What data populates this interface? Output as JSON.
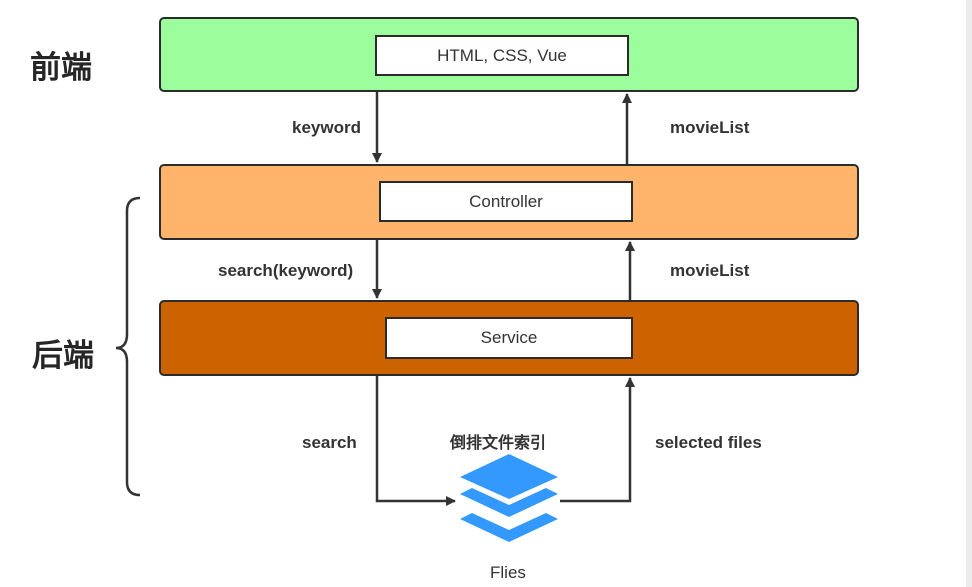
{
  "tiers": {
    "frontend": {
      "label": "前端",
      "tech": "HTML, CSS, Vue",
      "color": "#9bfd9b"
    },
    "backend": {
      "label": "后端"
    },
    "controller": {
      "name": "Controller",
      "color": "#feb56b"
    },
    "service": {
      "name": "Service",
      "color": "#cc6300"
    }
  },
  "edges": {
    "frontend_to_controller": "keyword",
    "controller_to_frontend": "movieList",
    "controller_to_service": "search(keyword)",
    "service_to_controller": "movieList",
    "service_to_index": "search",
    "index_to_service": "selected files"
  },
  "index": {
    "title": "倒排文件索引",
    "icon": "layers-icon",
    "color": "#3399ff"
  },
  "files_label": "Flies"
}
